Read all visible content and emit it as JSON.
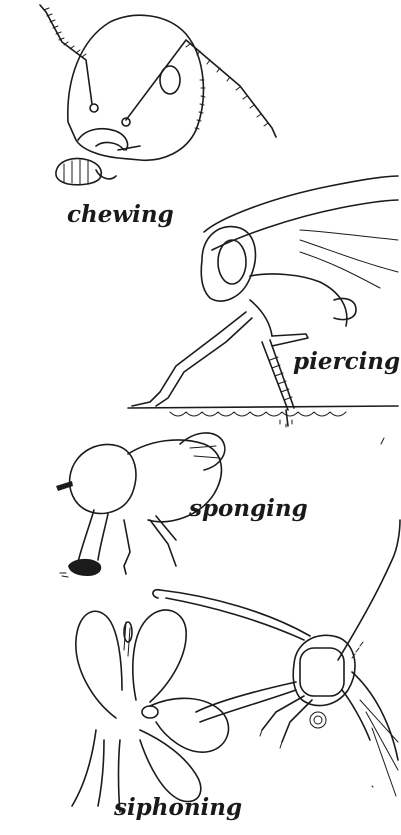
{
  "labels": {
    "chewing": "chewing",
    "piercing": "piercing",
    "sponging": "sponging",
    "siphoning": "siphoning"
  },
  "colors": {
    "ink": "#1b1b1b",
    "background": "#ffffff"
  }
}
